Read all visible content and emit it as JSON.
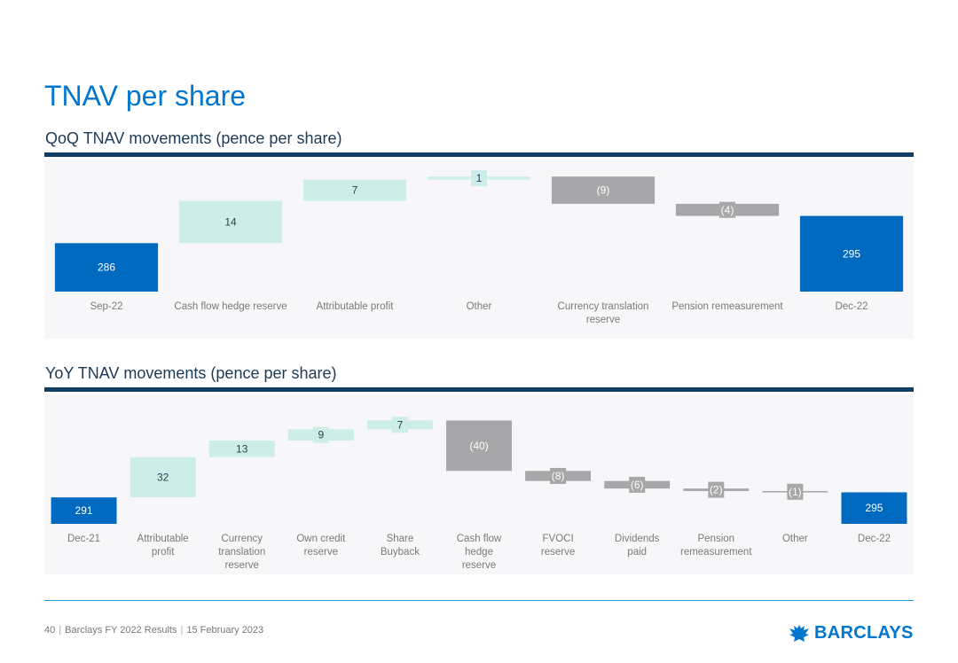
{
  "page": {
    "title": "TNAV per share"
  },
  "colors": {
    "brand_blue": "#0076cf",
    "navy": "#123e63",
    "increase": "#cdeee8",
    "decrease": "#a7a6a8",
    "total": "#0069c0",
    "panel": "#f7f7f9"
  },
  "chart_data": [
    {
      "type": "bar",
      "subtype": "waterfall",
      "title": "QoQ TNAV movements (pence per share)",
      "categories": [
        "Sep-22",
        "Cash flow hedge reserve",
        "Attributable profit",
        "Other",
        "Currency translation reserve",
        "Pension remeasurement",
        "Dec-22"
      ],
      "values": [
        286,
        14,
        7,
        1,
        -9,
        -4,
        295
      ],
      "labels": [
        "286",
        "14",
        "7",
        "1",
        "(9)",
        "(4)",
        "295"
      ],
      "kinds": [
        "total",
        "delta",
        "delta",
        "delta",
        "delta",
        "delta",
        "total"
      ]
    },
    {
      "type": "bar",
      "subtype": "waterfall",
      "title": "YoY TNAV movements (pence per share)",
      "categories": [
        "Dec-21",
        "Attributable profit",
        "Currency translation reserve",
        "Own credit reserve",
        "Share Buyback",
        "Cash flow hedge reserve",
        "FVOCI reserve",
        "Dividends paid",
        "Pension remeasurement",
        "Other",
        "Dec-22"
      ],
      "values": [
        291,
        32,
        13,
        9,
        7,
        -40,
        -8,
        -6,
        -2,
        -1,
        295
      ],
      "labels": [
        "291",
        "32",
        "13",
        "9",
        "7",
        "(40)",
        "(8)",
        "(6)",
        "(2)",
        "(1)",
        "295"
      ],
      "kinds": [
        "total",
        "delta",
        "delta",
        "delta",
        "delta",
        "delta",
        "delta",
        "delta",
        "delta",
        "delta",
        "total"
      ]
    }
  ],
  "footer": {
    "page_number": "40",
    "event": "Barclays FY 2022 Results",
    "date": "15 February 2023",
    "logo_text": "BARCLAYS"
  }
}
